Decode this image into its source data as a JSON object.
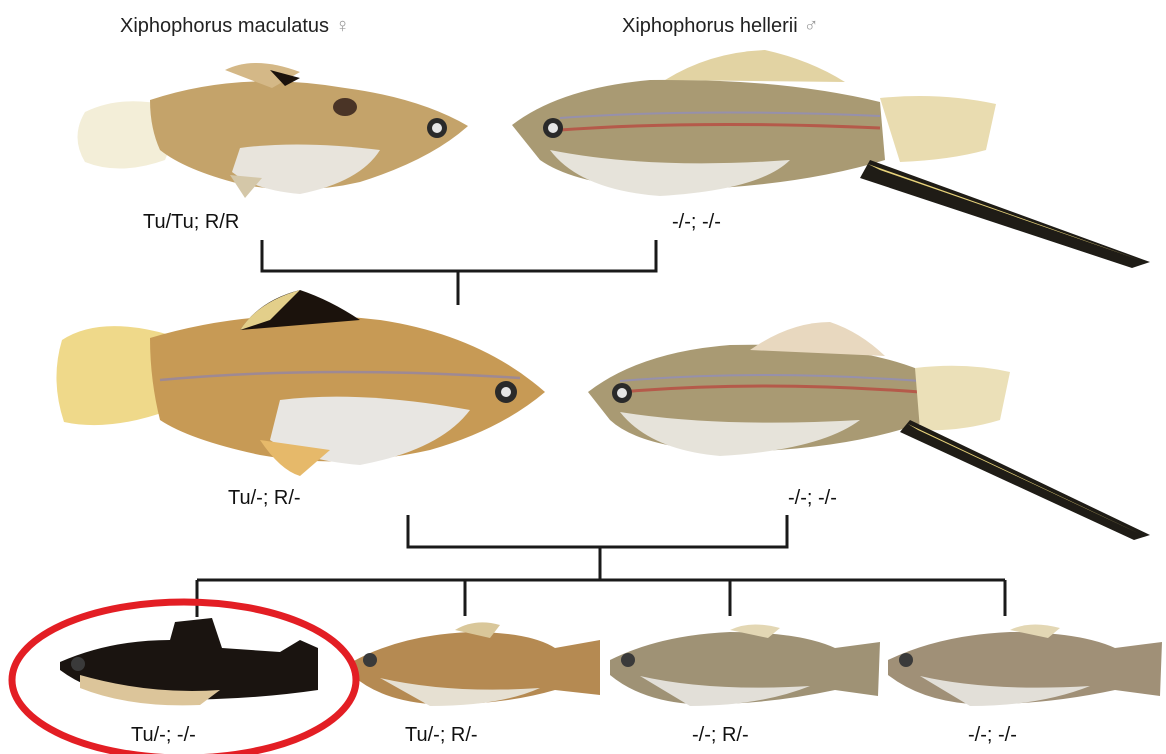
{
  "parents": {
    "female": {
      "species": "Xiphophorus maculatus",
      "sex_symbol": "♀",
      "genotype": "Tu/Tu; R/R",
      "colors": {
        "body": "#c4a36a",
        "belly": "#e8e4dc",
        "tail": "#f3eed8",
        "fin": "#d4b887"
      }
    },
    "male": {
      "species": "Xiphophorus hellerii",
      "sex_symbol": "♂",
      "genotype": "-/-; -/-",
      "colors": {
        "body": "#a99a73",
        "belly": "#e6e3da",
        "tail": "#e9dcb0",
        "stripe": "#b55a4a"
      }
    }
  },
  "f1": {
    "hybrid_genotype": "Tu/-; R/-",
    "backcross_genotype": "-/-; -/-",
    "colors": {
      "body": "#c79a55",
      "belly": "#e8e6e2",
      "tail": "#efd98a",
      "dorsal_black": "#1b120c"
    }
  },
  "offspring": [
    {
      "genotype": "Tu/-; -/-",
      "highlighted": true,
      "colors": {
        "body": "#1a1410",
        "belly": "#dcc59a"
      }
    },
    {
      "genotype": "Tu/-; R/-",
      "highlighted": false,
      "colors": {
        "body": "#b58a52",
        "belly": "#e6e0d2"
      }
    },
    {
      "genotype": "-/-; R/-",
      "highlighted": false,
      "colors": {
        "body": "#9f9275",
        "belly": "#e2dfd8"
      }
    },
    {
      "genotype": "-/-; -/-",
      "highlighted": false,
      "colors": {
        "body": "#a09077",
        "belly": "#e2dfd8"
      }
    }
  ],
  "highlight_color": "#e31e24",
  "line_color": "#1a1a1a"
}
